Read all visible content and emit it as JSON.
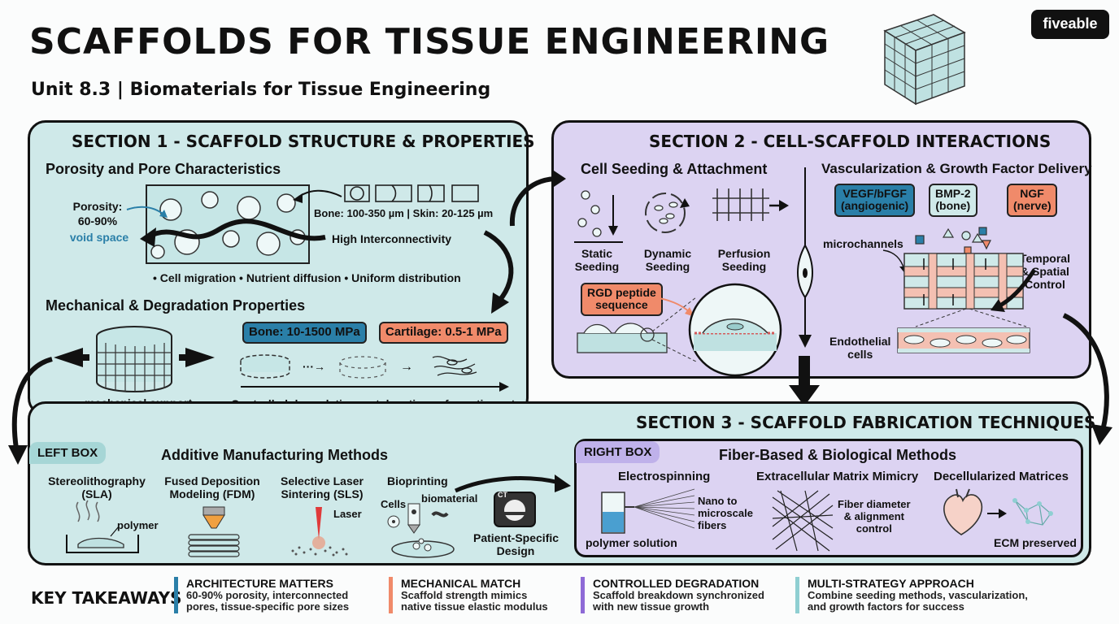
{
  "header": {
    "title": "SCAFFOLDS FOR TISSUE ENGINEERING",
    "subtitle": "Unit 8.3 | Biomaterials for Tissue Engineering",
    "brand": "fiveable"
  },
  "section1": {
    "title": "SECTION 1 - SCAFFOLD STRUCTURE & PROPERTIES",
    "porosity_heading": "Porosity and Pore Characteristics",
    "porosity_label": "Porosity:",
    "porosity_value": "60-90%",
    "porosity_desc": "void space",
    "pore_sizes": "Bone: 100-350 µm | Skin: 20-125 µm",
    "interconnectivity": "High Interconnectivity",
    "benefits": "• Cell migration • Nutrient diffusion • Uniform distribution",
    "mech_heading": "Mechanical & Degradation Properties",
    "bone_modulus": "Bone: 10-1500 MPa",
    "cartilage_modulus": "Cartilage: 0.5-1 MPa",
    "mech_support": "mechanical support",
    "degradation_note": "Controlled degradation matches tissue formation rate"
  },
  "section2": {
    "title": "SECTION 2 - CELL-SCAFFOLD INTERACTIONS",
    "seeding_heading": "Cell Seeding & Attachment",
    "static": "Static\nSeeding",
    "dynamic": "Dynamic\nSeeding",
    "perfusion": "Perfusion\nSeeding",
    "rgd": "RGD peptide\nsequence",
    "vasc_heading": "Vascularization & Growth Factor Delivery",
    "vegf": "VEGF/bFGF\n(angiogenic)",
    "bmp": "BMP-2\n(bone)",
    "ngf": "NGF\n(nerve)",
    "microchannels": "microchannels",
    "temporal": "Temporal\n& Spatial\nControl",
    "endothelial": "Endothelial\ncells"
  },
  "section3": {
    "title": "SECTION 3 - SCAFFOLD FABRICATION TECHNIQUES",
    "left_tag": "LEFT BOX",
    "left_heading": "Additive Manufacturing Methods",
    "sla": "Stereolithography\n(SLA)",
    "fdm": "Fused Deposition\nModeling (FDM)",
    "sls": "Selective Laser\nSintering (SLS)",
    "bioprinting": "Bioprinting",
    "polymer": "polymer",
    "laser": "Laser",
    "cells": "Cells",
    "biomaterial": "biomaterial",
    "patient": "Patient-Specific\nDesign",
    "ct": "CT",
    "right_tag": "RIGHT BOX",
    "right_heading": "Fiber-Based & Biological Methods",
    "electro": "Electrospinning",
    "ecm_mimic": "Extracellular Matrix Mimicry",
    "decell": "Decellularized Matrices",
    "nano": "Nano to\nmicroscale\nfibers",
    "polymer_solution": "polymer solution",
    "fiber_control": "Fiber diameter\n& alignment\ncontrol",
    "ecm_preserved": "ECM preserved"
  },
  "takeaways": {
    "label": "KEY TAKEAWAYS",
    "items": [
      {
        "title": "ARCHITECTURE MATTERS",
        "body": "60-90% porosity, interconnected\npores, tissue-specific pore sizes",
        "color": "#2a7fa8"
      },
      {
        "title": "MECHANICAL MATCH",
        "body": "Scaffold strength mimics\nnative tissue elastic modulus",
        "color": "#f08a6a"
      },
      {
        "title": "CONTROLLED DEGRADATION",
        "body": "Scaffold breakdown synchronized\nwith new tissue growth",
        "color": "#8e6ad6"
      },
      {
        "title": "MULTI-STRATEGY APPROACH",
        "body": "Combine seeding methods, vascularization,\nand growth factors for success",
        "color": "#8fcfd2"
      }
    ]
  },
  "colors": {
    "teal": "#cfe9e9",
    "lavender": "#dcd3f2",
    "blue": "#2a7fa8",
    "coral": "#f08a6a",
    "purple": "#8e6ad6"
  }
}
